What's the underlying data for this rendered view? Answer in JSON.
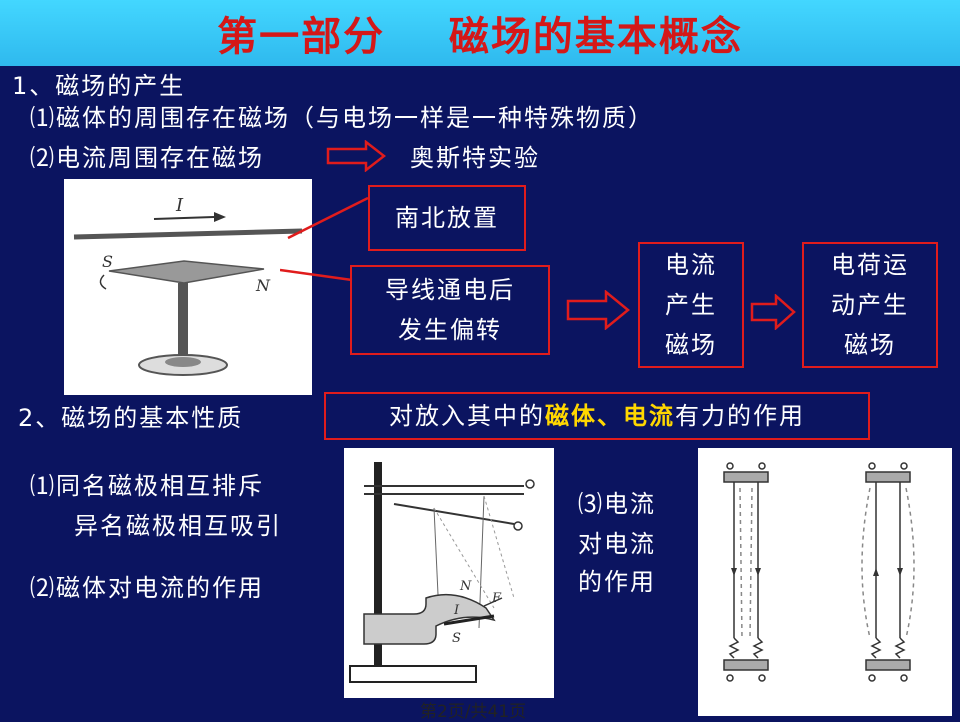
{
  "title": "第一部分    磁场的基本概念",
  "section1": {
    "heading": "1、磁场的产生",
    "item1": "⑴磁体的周围存在磁场（与电场一样是一种特殊物质）",
    "item2": "⑵电流周围存在磁场",
    "experiment": "奥斯特实验"
  },
  "oersted_figure": {
    "current_label": "I",
    "south_label": "S",
    "north_label": "N"
  },
  "boxes": {
    "placement": "南北放置",
    "deflect_line1": "导线通电后",
    "deflect_line2": "发生偏转",
    "current_field_line1": "电流",
    "current_field_line2": "产生",
    "current_field_line3": "磁场",
    "charge_field_line1": "电荷运",
    "charge_field_line2": "动产生",
    "charge_field_line3": "磁场"
  },
  "section2": {
    "heading": "2、磁场的基本性质",
    "property_prefix": "对放入其中的",
    "property_hl1": "磁体",
    "property_sep": "、",
    "property_hl2": "电流",
    "property_suffix": "有力的作用",
    "item1_line1": "⑴同名磁极相互排斥",
    "item1_line2": "异名磁极相互吸引",
    "item2": "⑵磁体对电流的作用",
    "item3_line1": "⑶电流",
    "item3_line2": "对电流",
    "item3_line3": "的作用"
  },
  "stand_figure": {
    "n_label": "N",
    "i_label": "I",
    "f_label": "F",
    "s_label": "S"
  },
  "footer": "第2页/共41页",
  "colors": {
    "background": "#0b1460",
    "title": "#d41818",
    "box_border": "#e01c1c",
    "highlight": "#ffd700"
  }
}
